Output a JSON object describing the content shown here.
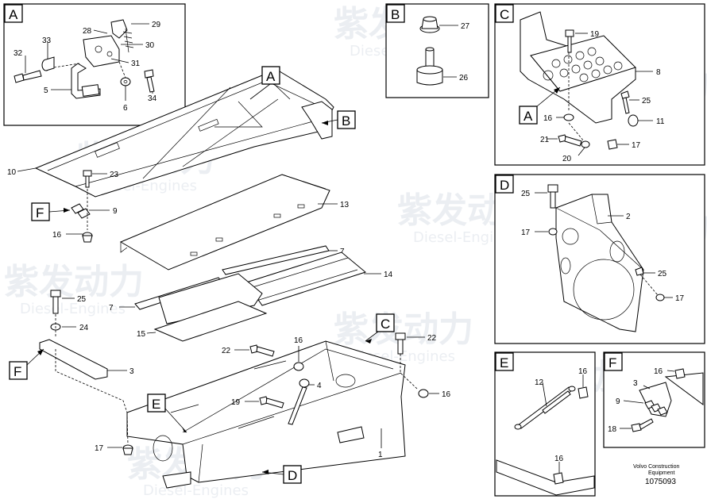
{
  "watermark": {
    "cn": "紫发动力",
    "en": "Diesel-Engines"
  },
  "caption": {
    "line1": "Volvo Construction",
    "line2": "Equipment",
    "number": "1075093"
  },
  "insets": {
    "A": {
      "tag": "A",
      "labels": [
        "29",
        "28",
        "30",
        "33",
        "32",
        "31",
        "5",
        "6",
        "34"
      ]
    },
    "B": {
      "tag": "B",
      "labels": [
        "27",
        "26"
      ]
    },
    "C": {
      "tag": "C",
      "labels": [
        "19",
        "8",
        "25",
        "16",
        "11",
        "21",
        "17",
        "20"
      ],
      "callout": "A"
    },
    "D": {
      "tag": "D",
      "labels": [
        "25",
        "2",
        "17",
        "25",
        "17"
      ]
    },
    "E": {
      "tag": "E",
      "labels": [
        "16",
        "12",
        "16"
      ]
    },
    "F": {
      "tag": "F",
      "labels": [
        "16",
        "3",
        "9",
        "18"
      ]
    }
  },
  "main": {
    "labels": [
      "10",
      "23",
      "9",
      "16",
      "13",
      "7",
      "14",
      "7",
      "15",
      "25",
      "24",
      "3",
      "22",
      "16",
      "22",
      "4",
      "16",
      "19",
      "17",
      "1"
    ],
    "callouts": [
      "A",
      "B",
      "F",
      "C",
      "F",
      "E",
      "D"
    ]
  }
}
